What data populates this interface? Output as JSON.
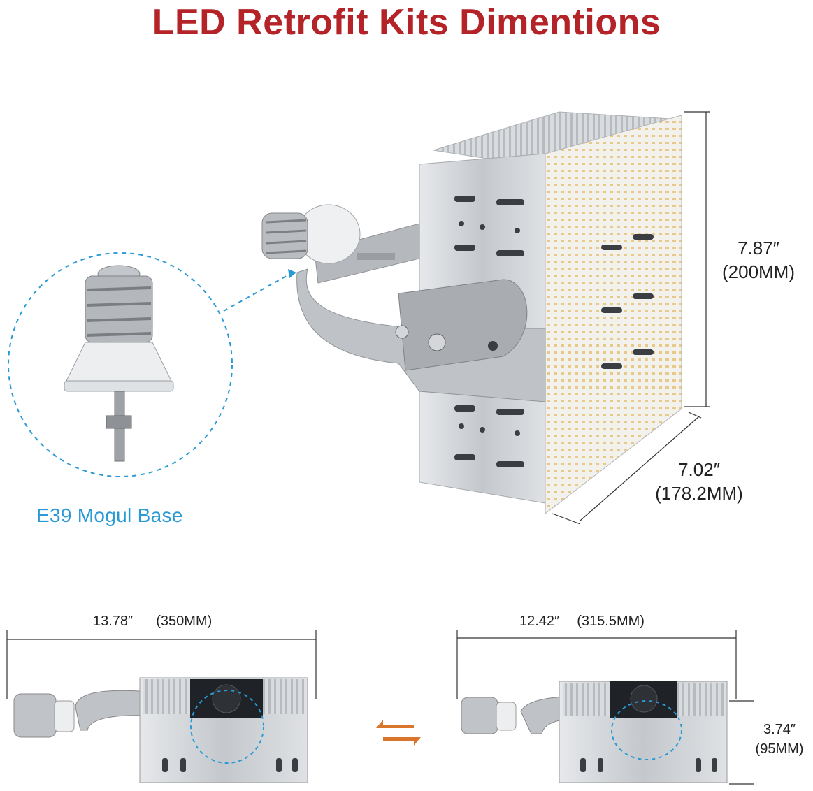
{
  "title": "LED Retrofit Kits Dimentions",
  "base_label": "E39 Mogul Base",
  "dimensions": {
    "height_in": "7.87″",
    "height_mm": "(200MM)",
    "depth_in": "7.02″",
    "depth_mm": "(178.2MM)",
    "width_extended_in": "13.78″",
    "width_extended_mm": "(350MM)",
    "width_folded_in": "12.42″",
    "width_folded_mm": "(315.5MM)",
    "side_height_in": "3.74″",
    "side_height_mm": "(95MM)"
  },
  "colors": {
    "title": "#b42327",
    "accent_blue": "#2a9ad6",
    "switch_arrow": "#d9762b",
    "metal": "#c9ccd0"
  },
  "icons": {
    "switch": "swap-arrows-icon"
  }
}
